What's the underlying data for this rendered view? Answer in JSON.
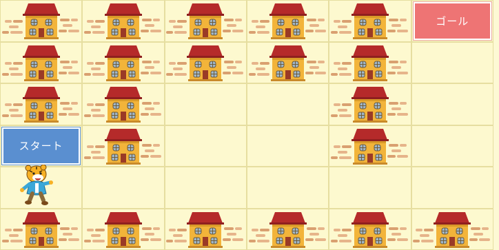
{
  "board": {
    "rows": 6,
    "cols": 6,
    "start_label": "スタート",
    "goal_label": "ゴール",
    "cells": [
      [
        "house",
        "house",
        "house",
        "house",
        "house",
        "goal"
      ],
      [
        "house",
        "house",
        "house",
        "house",
        "house",
        "empty"
      ],
      [
        "house",
        "house",
        "empty",
        "empty",
        "house",
        "empty"
      ],
      [
        "start",
        "house",
        "empty",
        "empty",
        "house",
        "empty"
      ],
      [
        "tiger",
        "empty",
        "empty",
        "empty",
        "empty",
        "empty"
      ],
      [
        "house",
        "house",
        "house",
        "house",
        "house",
        "house"
      ]
    ]
  },
  "colors": {
    "background": "#fdf9cf",
    "start": "#5a8fd0",
    "goal": "#ee7474",
    "roof": "#b52a2a",
    "wall": "#f2b43a"
  }
}
